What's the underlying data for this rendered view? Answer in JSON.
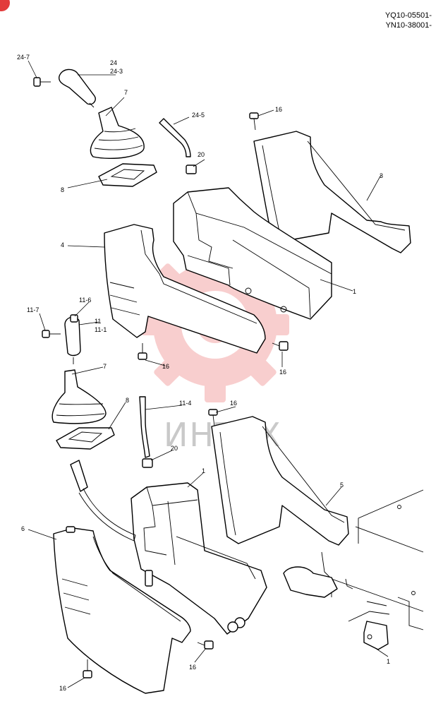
{
  "header": {
    "code_line_1": "YQ10-05501-",
    "code_line_2": "YN10-38001-"
  },
  "watermark": {
    "text": "ИНТЕХ",
    "gear_color": "#f3a7a7",
    "text_color": "#c9c9c9"
  },
  "callouts": {
    "c24_7": "24-7",
    "c24": "24",
    "c24_3": "24-3",
    "c7_top": "7",
    "c24_5": "24-5",
    "c16_top": "16",
    "c20_top": "20",
    "c3": "3",
    "c8_top": "8",
    "c4": "4",
    "c1_mid": "1",
    "c11_6": "11-6",
    "c11_7": "11-7",
    "c11": "11",
    "c11_1": "11-1",
    "c16_mid_right": "16",
    "c16_mid_left": "16",
    "c7_bottom": "7",
    "c8_bottom": "8",
    "c11_4": "11-4",
    "c16_lower": "16",
    "c20_bottom": "20",
    "c1_lower": "1",
    "c5": "5",
    "c6": "6",
    "c16_lower_right": "16",
    "c16_bottom": "16",
    "c1_bottom_right": "1"
  }
}
